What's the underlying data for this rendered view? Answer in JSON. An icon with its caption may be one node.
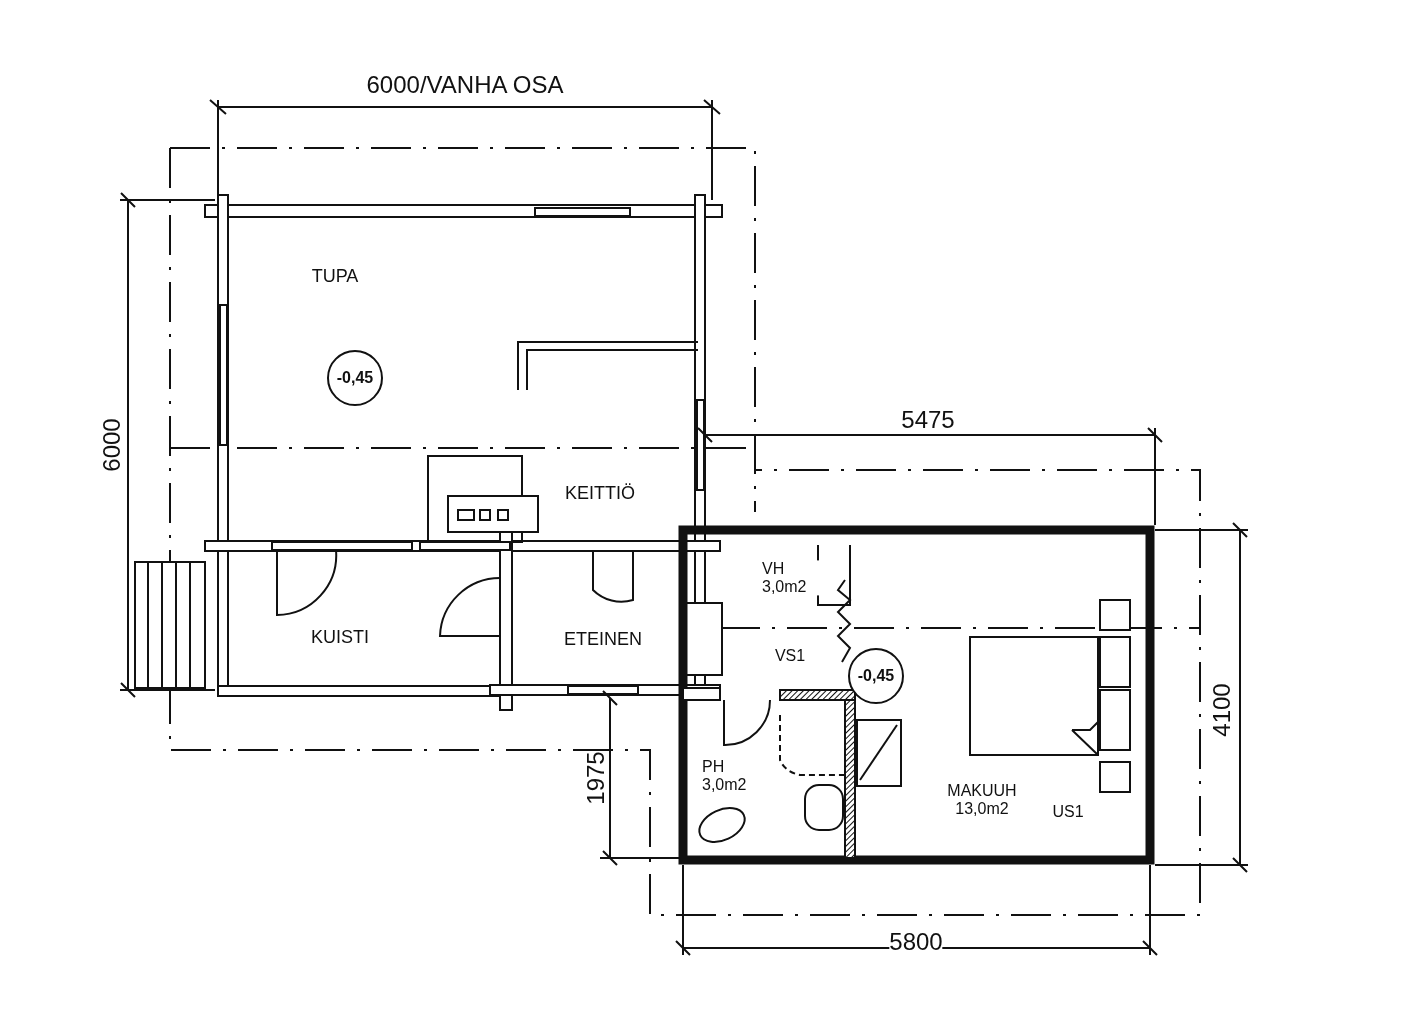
{
  "diagram": {
    "nodes": [
      {
        "text": [
          "-0,45"
        ]
      },
      {
        "text": [
          "-0,45"
        ]
      }
    ],
    "labels": [
      "6000/VANHA OSA",
      "TUPA",
      "6000",
      "KEITTIÖ",
      "5475",
      "VH 3,0m2",
      "KUISTI",
      "ETEINEN",
      "VS1",
      "4100",
      "PH 3,0m2",
      "1975",
      "MAKUUH 13,0m2",
      "US1",
      "5800"
    ]
  }
}
